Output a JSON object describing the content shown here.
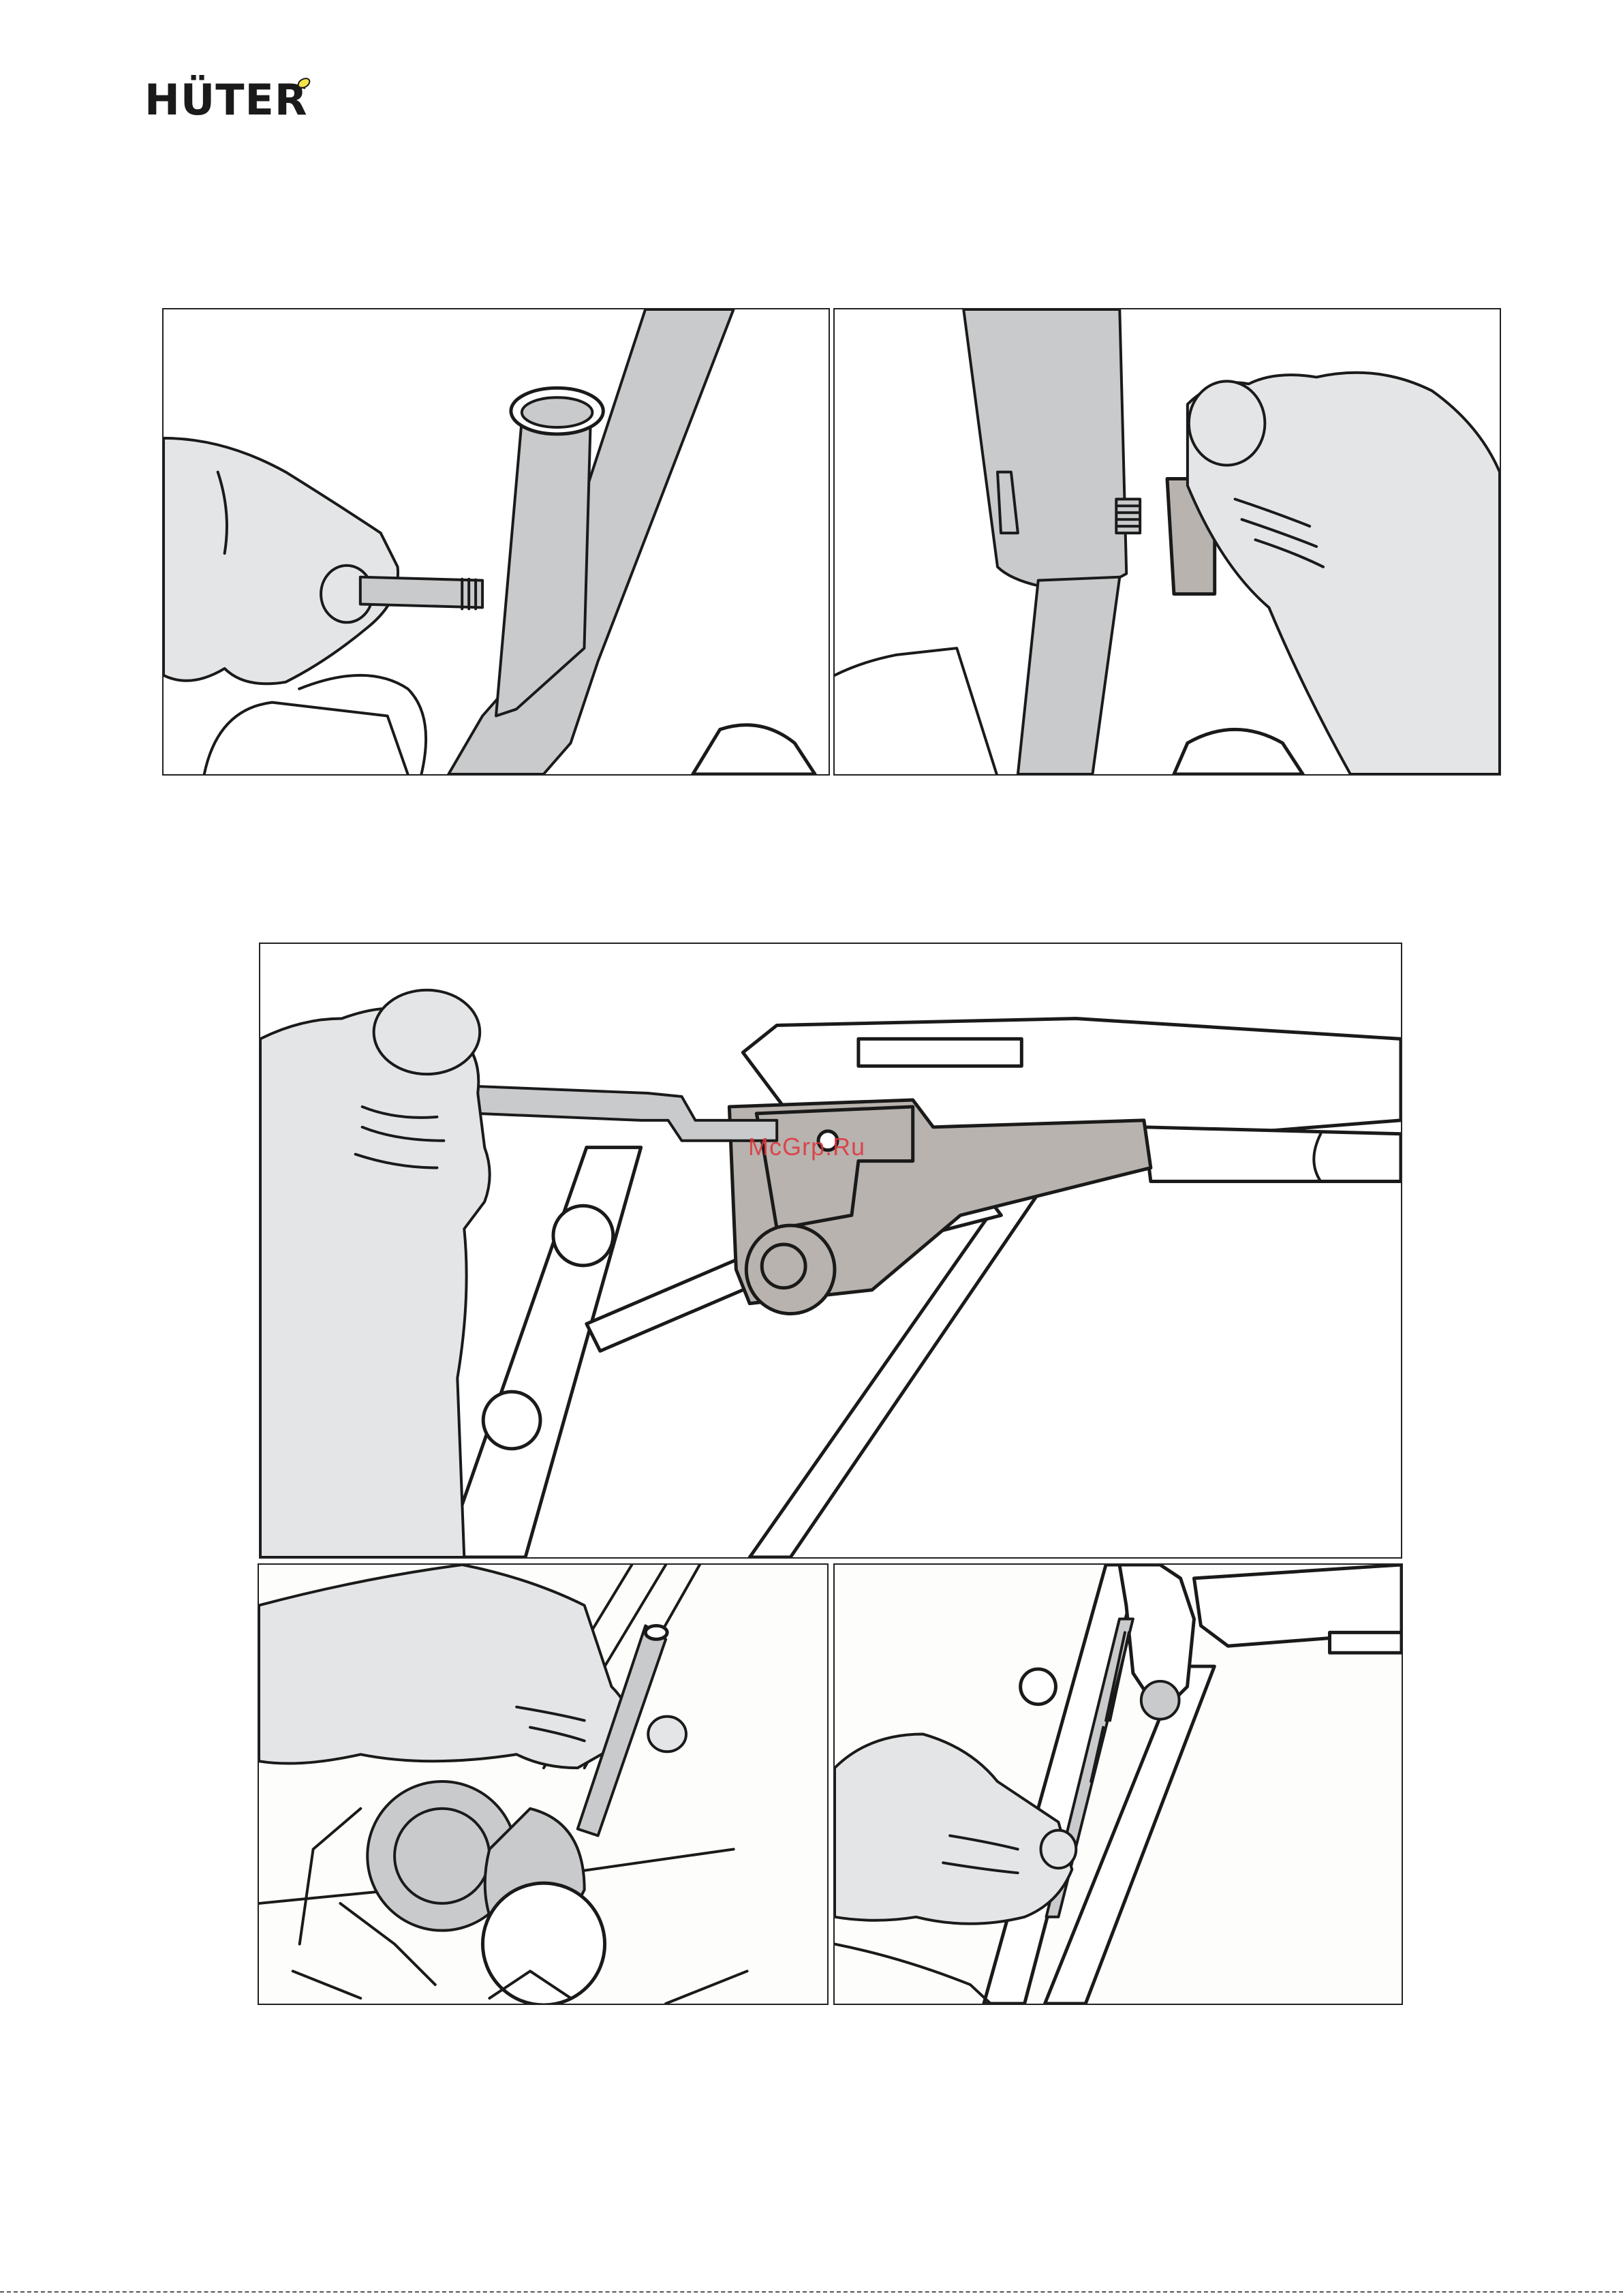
{
  "header": {
    "logo_text": "HÜTER"
  },
  "watermark": {
    "text": "McGrp.Ru"
  },
  "figures": [
    {
      "id": "fig-1",
      "icon": "hand-inserting-bolt-illustration"
    },
    {
      "id": "fig-2",
      "icon": "hand-holding-nut-illustration"
    },
    {
      "id": "fig-3",
      "icon": "hand-holding-hex-key-handle-illustration"
    },
    {
      "id": "fig-4",
      "icon": "hand-holding-rod-engine-illustration"
    },
    {
      "id": "fig-5",
      "icon": "hand-adjusting-cable-illustration"
    }
  ],
  "colors": {
    "outline": "#1a1a1a",
    "skin": "#e4e5e6",
    "metal": "#c9cacb",
    "bracket": "#b8b3ae",
    "watermark": "#e0343c"
  }
}
